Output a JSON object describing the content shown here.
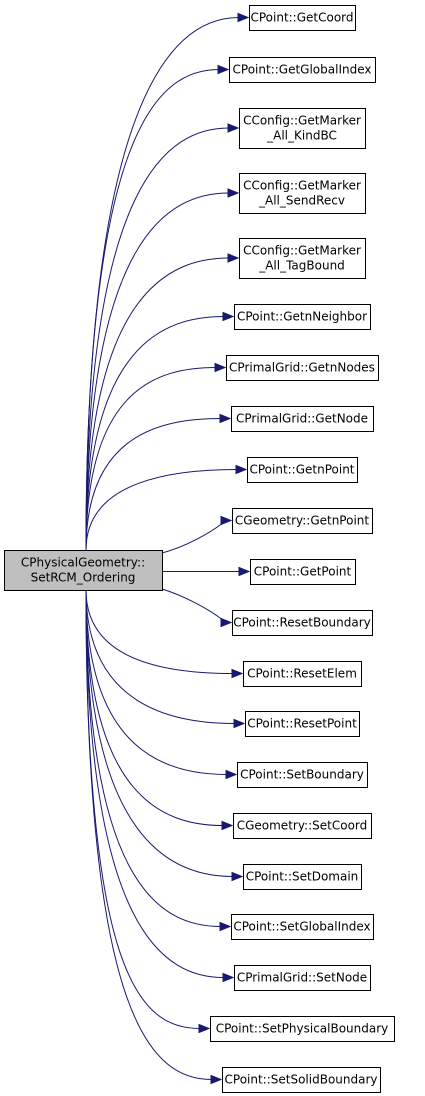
{
  "graph": {
    "edge_color": "#191970",
    "source": {
      "lines": [
        "CPhysicalGeometry::",
        "SetRCM_Ordering"
      ],
      "fill": "#bfbfbf"
    },
    "targets": [
      {
        "lines": [
          "CPoint::GetCoord"
        ]
      },
      {
        "lines": [
          "CPoint::GetGlobalIndex"
        ]
      },
      {
        "lines": [
          "CConfig::GetMarker",
          "_All_KindBC"
        ]
      },
      {
        "lines": [
          "CConfig::GetMarker",
          "_All_SendRecv"
        ]
      },
      {
        "lines": [
          "CConfig::GetMarker",
          "_All_TagBound"
        ]
      },
      {
        "lines": [
          "CPoint::GetnNeighbor"
        ]
      },
      {
        "lines": [
          "CPrimalGrid::GetnNodes"
        ]
      },
      {
        "lines": [
          "CPrimalGrid::GetNode"
        ]
      },
      {
        "lines": [
          "CPoint::GetnPoint"
        ]
      },
      {
        "lines": [
          "CGeometry::GetnPoint"
        ]
      },
      {
        "lines": [
          "CPoint::GetPoint"
        ]
      },
      {
        "lines": [
          "CPoint::ResetBoundary"
        ]
      },
      {
        "lines": [
          "CPoint::ResetElem"
        ]
      },
      {
        "lines": [
          "CPoint::ResetPoint"
        ]
      },
      {
        "lines": [
          "CPoint::SetBoundary"
        ]
      },
      {
        "lines": [
          "CGeometry::SetCoord"
        ]
      },
      {
        "lines": [
          "CPoint::SetDomain"
        ]
      },
      {
        "lines": [
          "CPoint::SetGlobalIndex"
        ]
      },
      {
        "lines": [
          "CPrimalGrid::SetNode"
        ]
      },
      {
        "lines": [
          "CPoint::SetPhysicalBoundary"
        ]
      },
      {
        "lines": [
          "CPoint::SetSolidBoundary"
        ]
      }
    ]
  }
}
